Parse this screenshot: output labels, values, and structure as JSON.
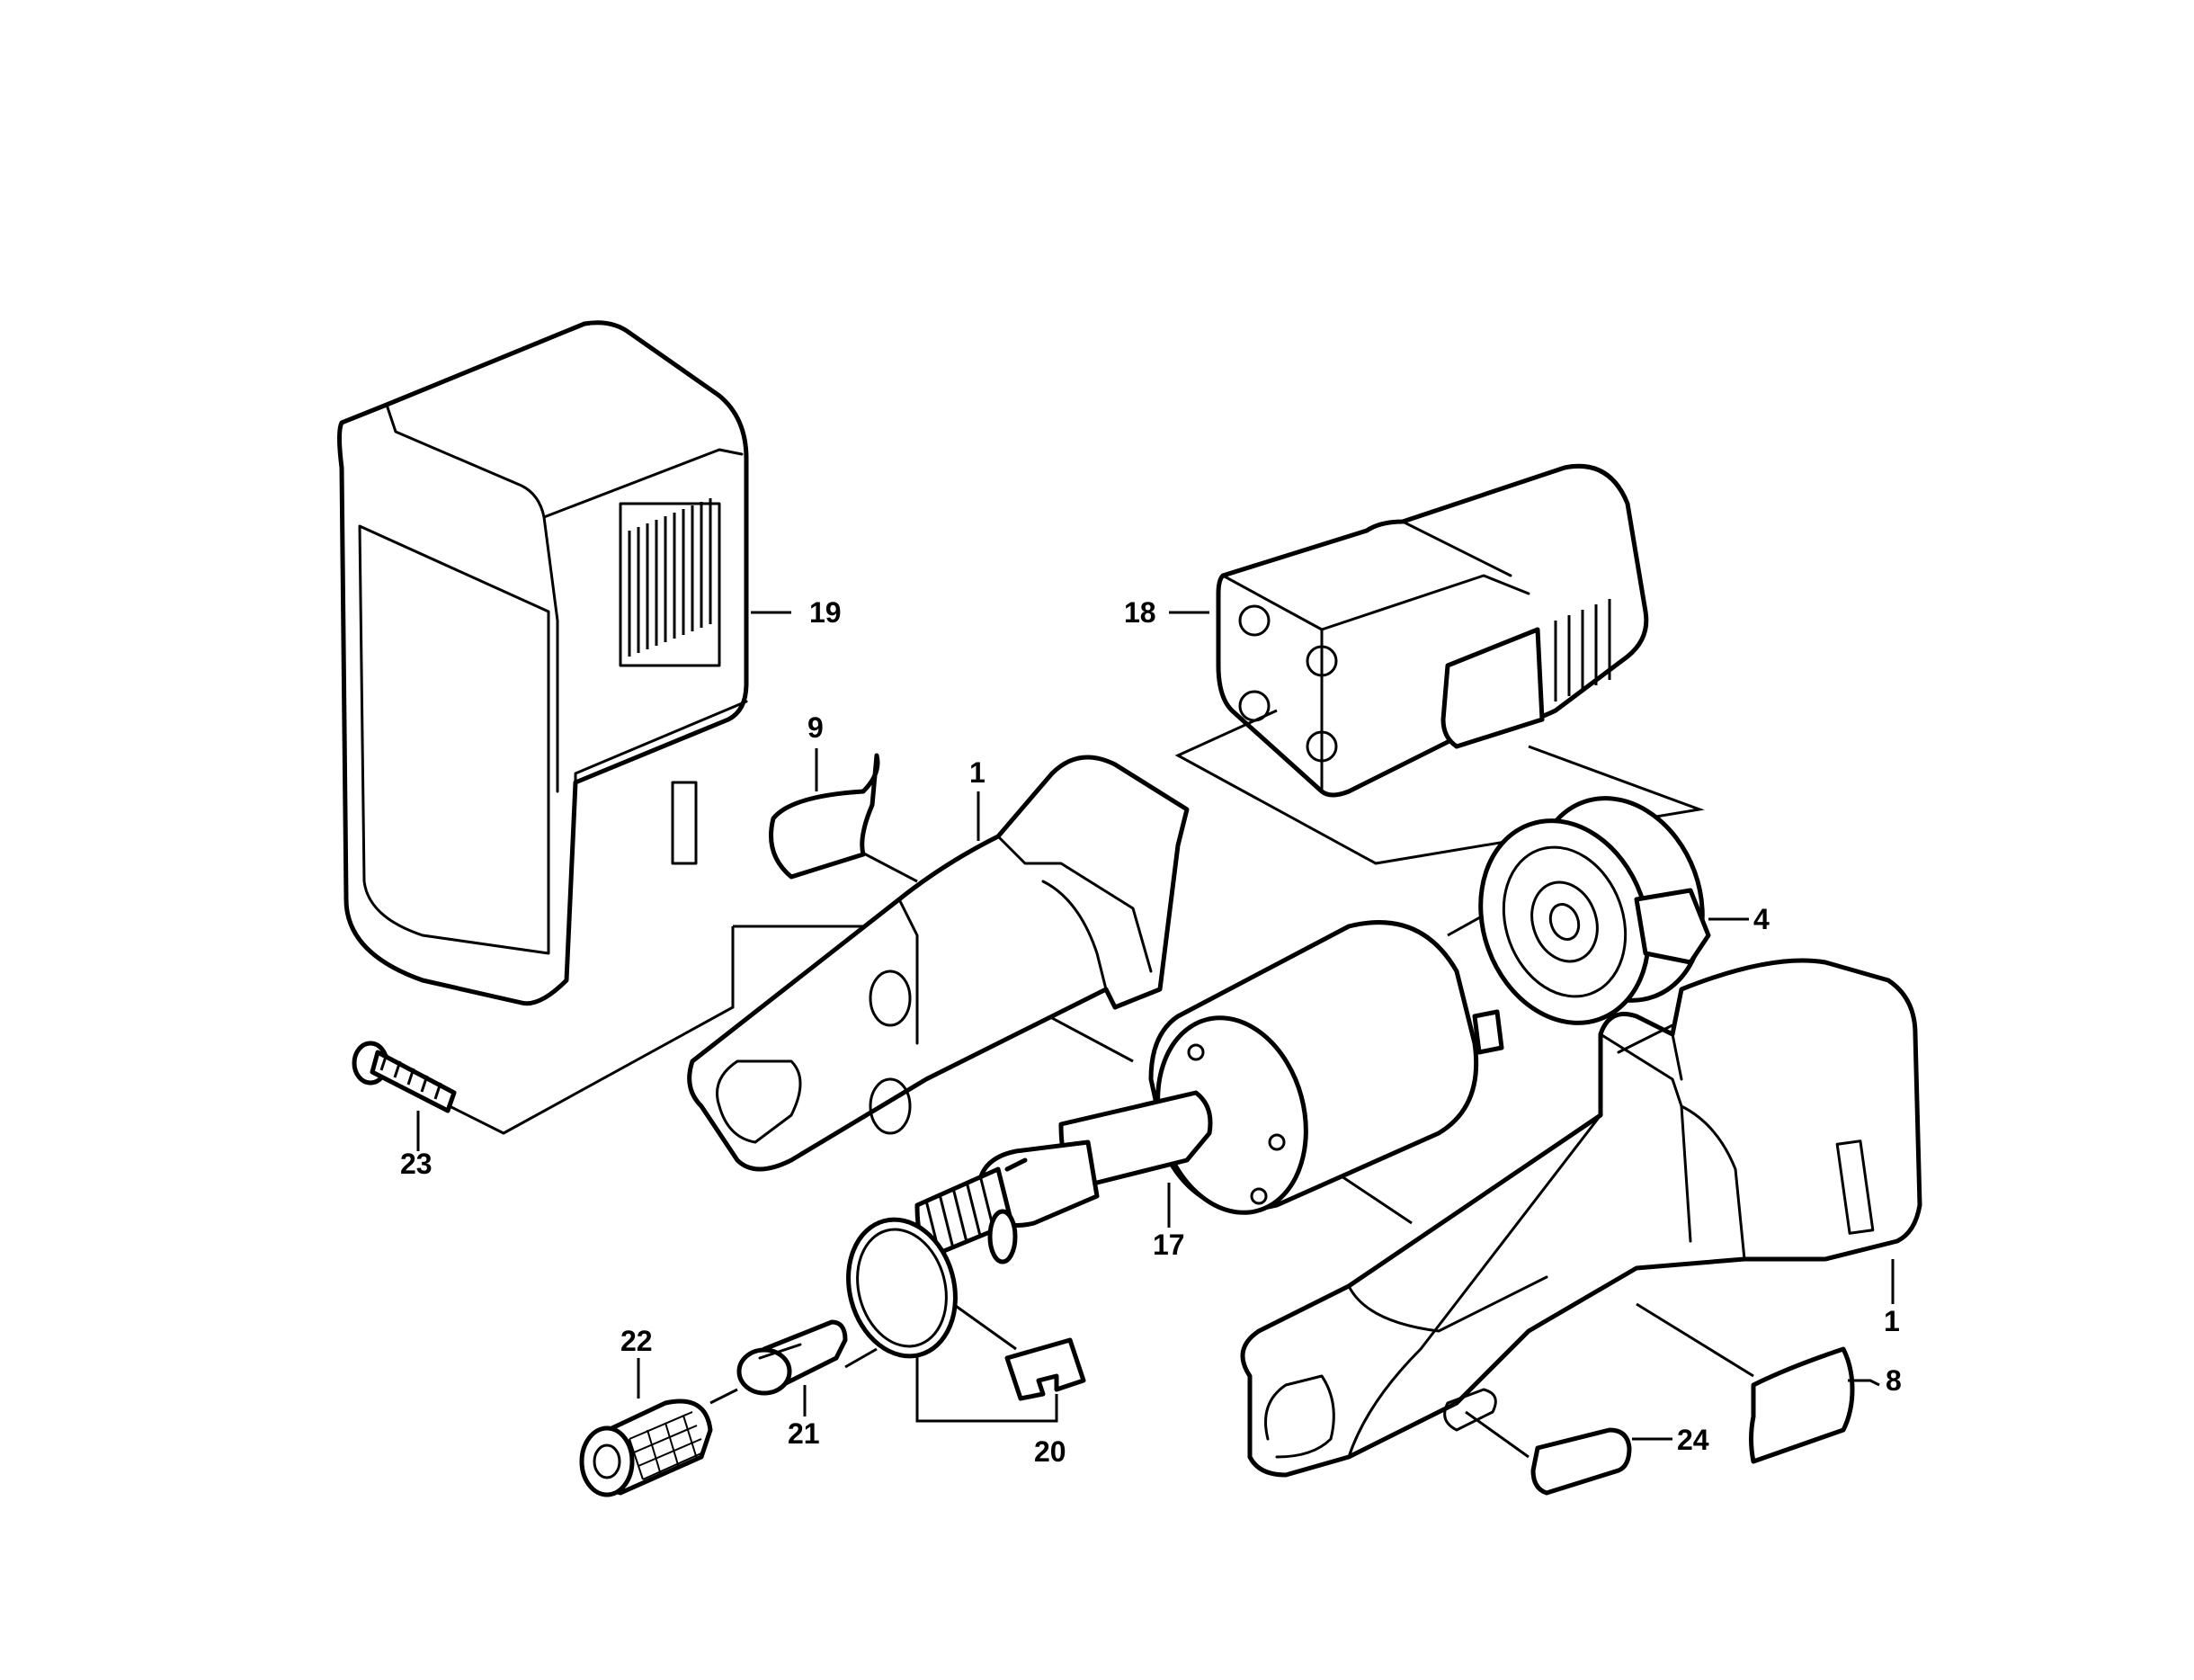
{
  "diagram": {
    "type": "exploded-parts-view",
    "callouts": [
      {
        "id": "19",
        "label": "19"
      },
      {
        "id": "18",
        "label": "18"
      },
      {
        "id": "9",
        "label": "9"
      },
      {
        "id": "1a",
        "label": "1"
      },
      {
        "id": "4",
        "label": "4"
      },
      {
        "id": "23",
        "label": "23"
      },
      {
        "id": "17",
        "label": "17"
      },
      {
        "id": "22",
        "label": "22"
      },
      {
        "id": "21",
        "label": "21"
      },
      {
        "id": "20",
        "label": "20"
      },
      {
        "id": "1b",
        "label": "1"
      },
      {
        "id": "8",
        "label": "8"
      },
      {
        "id": "24",
        "label": "24"
      }
    ]
  }
}
